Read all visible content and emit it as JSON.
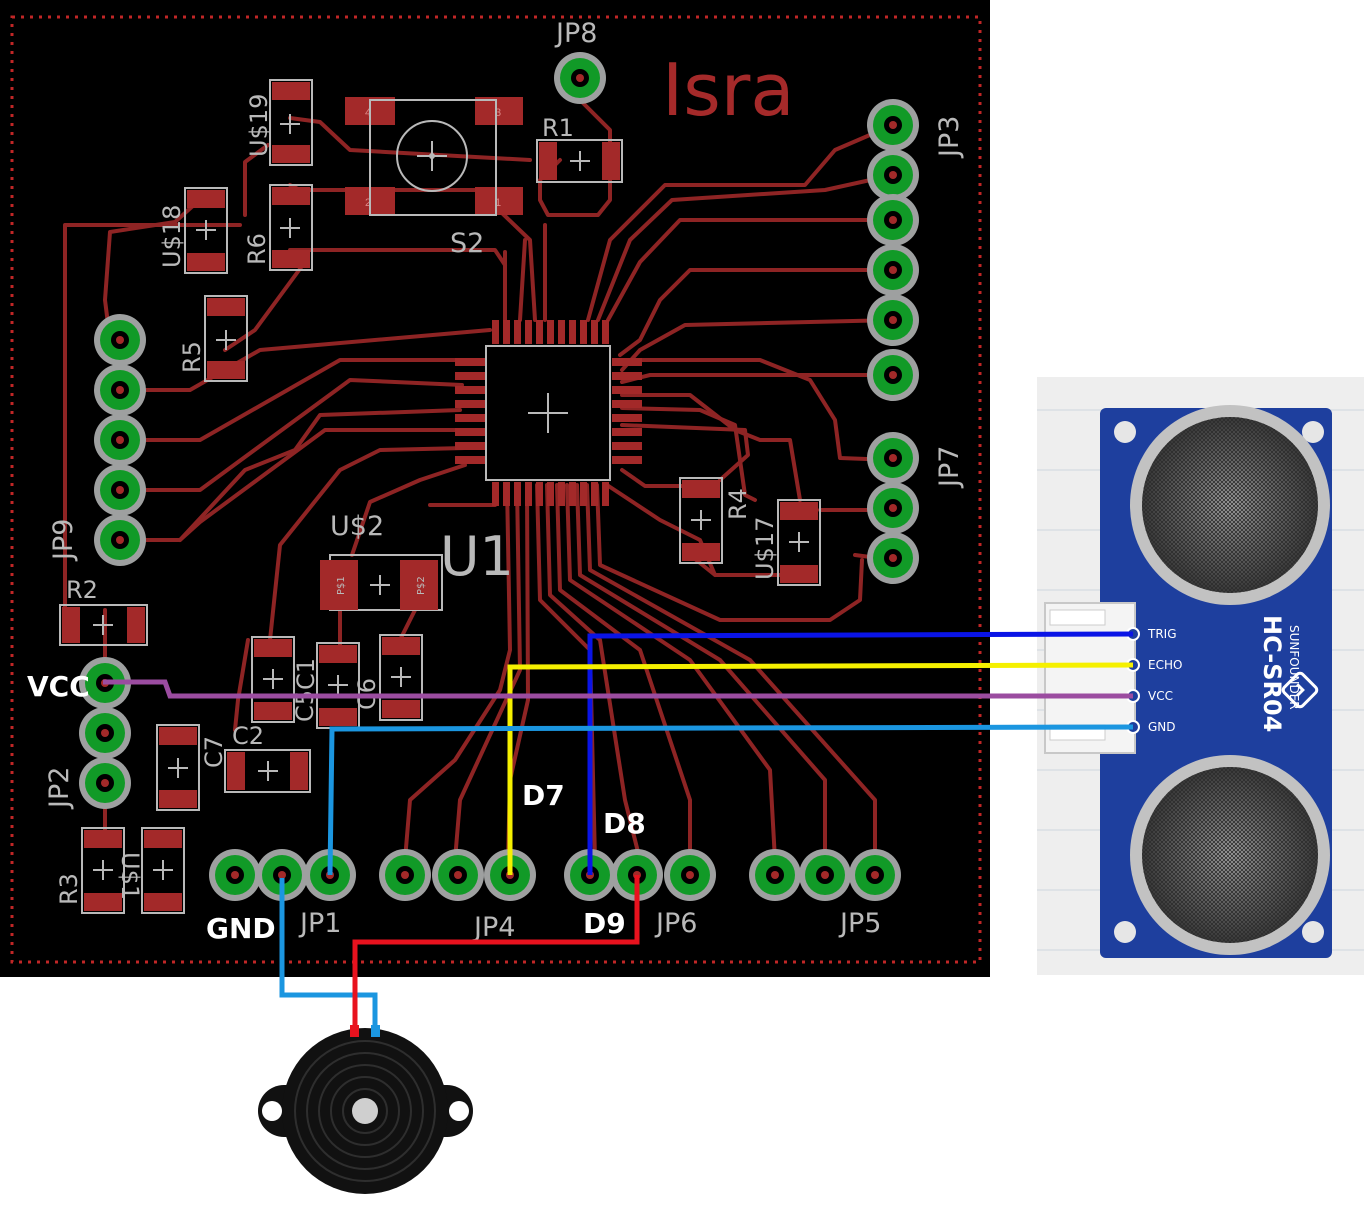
{
  "pcb": {
    "title": "Isra",
    "chip_label": "U1",
    "parts": {
      "s2": "S2",
      "r1": "R1",
      "r2": "R2",
      "r3": "R3",
      "r4": "R4",
      "r5": "R5",
      "r6": "R6",
      "us19": "U$19",
      "us18": "U$18",
      "us17": "U$17",
      "us2": "U$2",
      "us_mirror": "U$1",
      "c1": "C1",
      "c2": "C2",
      "c5": "C5",
      "c6": "C6",
      "c7": "C7",
      "ps1": "P$1",
      "ps2": "P$2"
    },
    "headers": {
      "jp1": "JP1",
      "jp2": "JP2",
      "jp3": "JP3",
      "jp4": "JP4",
      "jp5": "JP5",
      "jp6": "JP6",
      "jp7": "JP7",
      "jp8": "JP8",
      "jp9": "JP9"
    }
  },
  "net_labels": {
    "vcc": "VCC",
    "gnd": "GND",
    "d7": "D7",
    "d8": "D8",
    "d9": "D9"
  },
  "sensor": {
    "model": "HC-SR04",
    "brand": "SUNFOUNDER",
    "pins": [
      "TRIG",
      "ECHO",
      "VCC",
      "GND"
    ]
  },
  "colors": {
    "trig_wire": "#0a14e6",
    "echo_wire": "#f5f000",
    "vcc_wire": "#9b4ca0",
    "gnd_wire": "#1b96e0",
    "buzzer_wire": "#e8121e",
    "pcb_trace": "#8e2424",
    "pad_green": "#119a27"
  },
  "icons": [
    "buzzer-icon",
    "ultrasonic-sensor-icon",
    "push-button-icon"
  ]
}
